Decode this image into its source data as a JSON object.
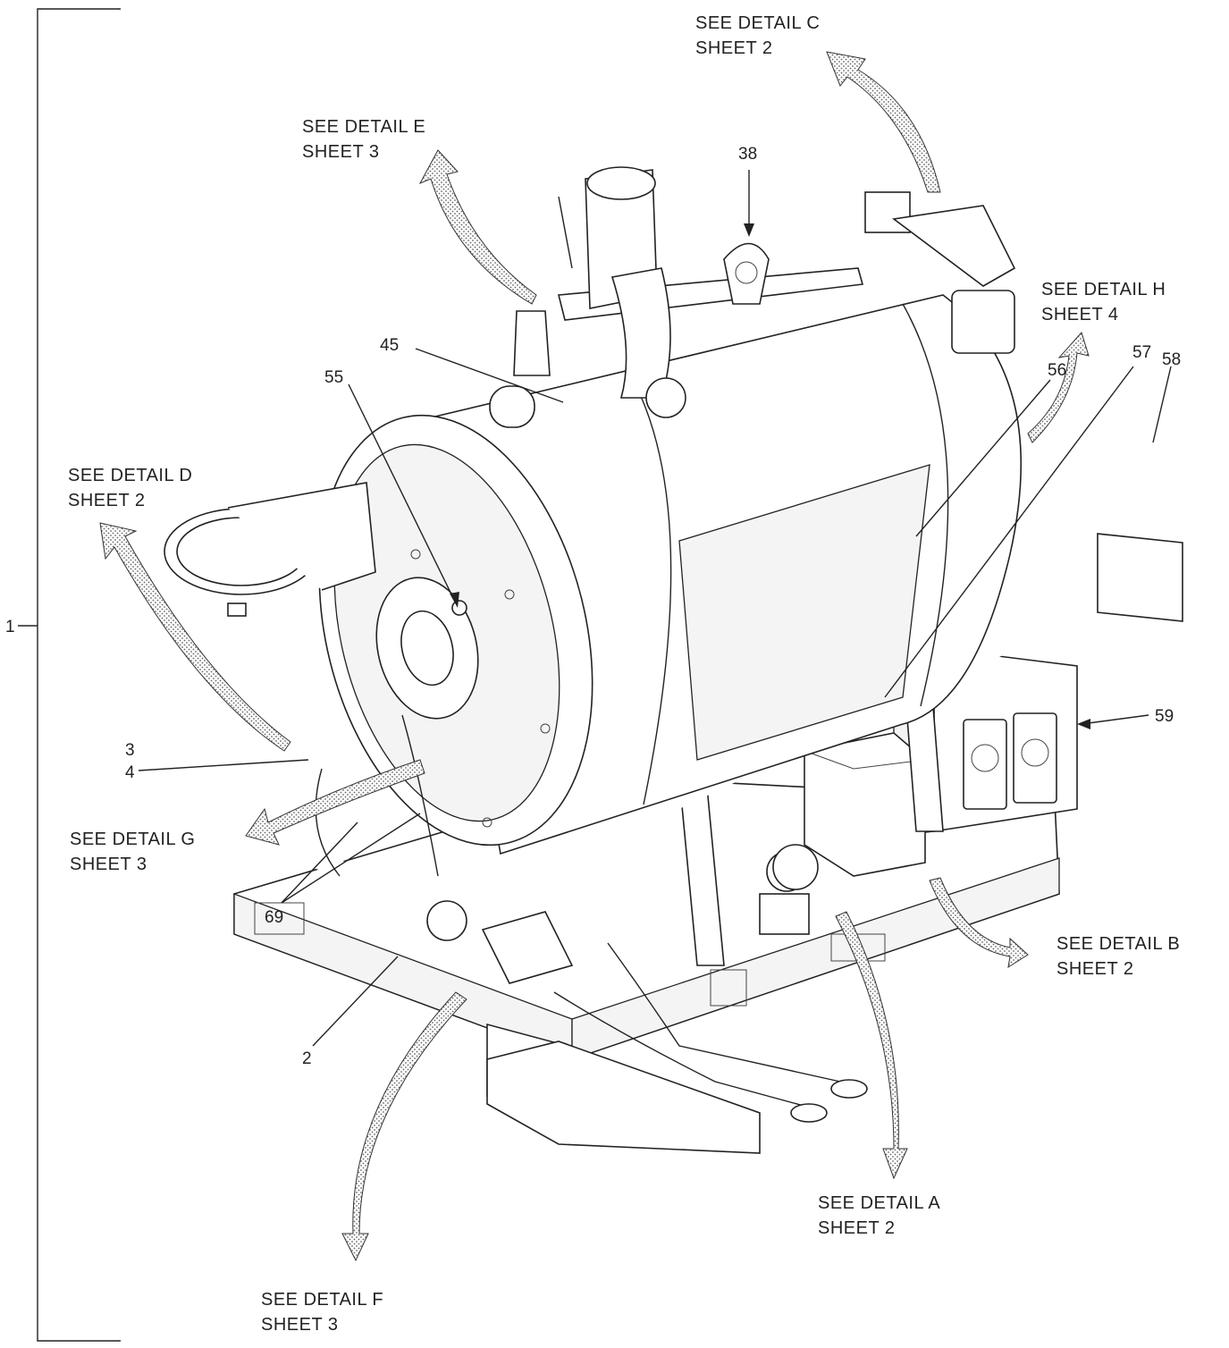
{
  "details": {
    "c": {
      "line1": "SEE DETAIL C",
      "line2": "SHEET 2"
    },
    "e": {
      "line1": "SEE DETAIL E",
      "line2": "SHEET 3"
    },
    "h": {
      "line1": "SEE DETAIL H",
      "line2": "SHEET 4"
    },
    "d": {
      "line1": "SEE DETAIL D",
      "line2": "SHEET 2"
    },
    "g": {
      "line1": "SEE DETAIL G",
      "line2": "SHEET 3"
    },
    "b": {
      "line1": "SEE DETAIL B",
      "line2": "SHEET 2"
    },
    "a": {
      "line1": "SEE DETAIL A",
      "line2": "SHEET 2"
    },
    "f": {
      "line1": "SEE DETAIL F",
      "line2": "SHEET 3"
    }
  },
  "item_numbers": {
    "n1": "1",
    "n2": "2",
    "n3": "3",
    "n4": "4",
    "n38": "38",
    "n45": "45",
    "n55": "55",
    "n56": "56",
    "n57": "57",
    "n58": "58",
    "n59": "59",
    "n69": "69"
  }
}
